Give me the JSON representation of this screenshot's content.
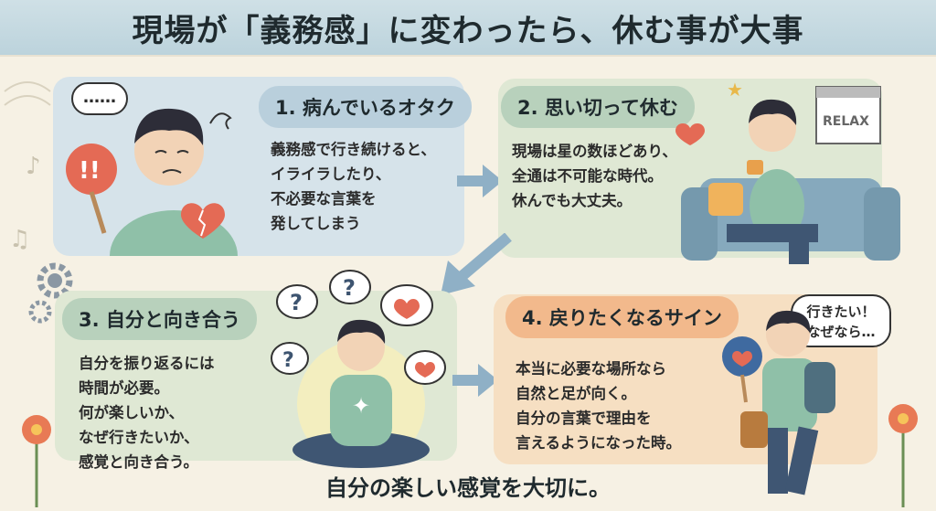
{
  "title": "現場が「義務感」に変わったら、休む事が大事",
  "footer": "自分の楽しい感覚を大切に。",
  "sections": [
    {
      "heading": "1. 病んでいるオタク",
      "lines": [
        "義務感で行き続けると、",
        "イライラしたり、",
        "不必要な言葉を",
        "発してしまう"
      ]
    },
    {
      "heading": "2. 思い切って休む",
      "lines": [
        "現場は星の数ほどあり、",
        "全通は不可能な時代。",
        "休んでも大丈夫。"
      ]
    },
    {
      "heading": "3. 自分と向き合う",
      "lines": [
        "自分を振り返るには",
        "時間が必要。",
        "何が楽しいか、",
        "なぜ行きたいか、",
        "感覚と向き合う。"
      ]
    },
    {
      "heading": "4. 戻りたくなるサイン",
      "lines": [
        "本当に必要な場所なら",
        "自然と足が向く。",
        "自分の言葉で理由を",
        "言えるようになった時。"
      ]
    }
  ],
  "bubbles": {
    "thinking": "……",
    "speech_line1": "行きたい！",
    "speech_line2": "なぜなら…"
  },
  "calendar_label": "RELAX",
  "fan_text": "!!",
  "question_mark": "?",
  "colors": {
    "title_bg": "#bcd3dc",
    "panel_blue": "#d6e3ea",
    "panel_green": "#dfe8d4",
    "panel_orange": "#f6dfc2",
    "arrow": "#8fb0c6",
    "heart": "#e46a55"
  }
}
